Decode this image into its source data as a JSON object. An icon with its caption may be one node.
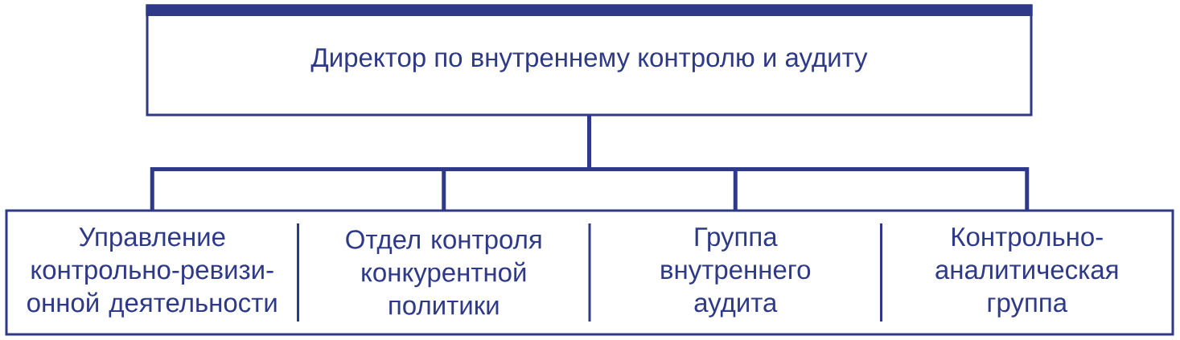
{
  "diagram": {
    "nodes": [
      {
        "text": [
          "Директор по внутреннему контролю и аудиту"
        ]
      },
      {
        "text": [],
        "shape": "box"
      },
      {
        "text": [
          "Управление контрольно-ревизи-онной деятельности"
        ],
        "in": 1
      },
      {
        "text": [
          "Отдел контроля конкурентной политики"
        ],
        "in": 1
      },
      {
        "text": [
          "Группа внутреннего аудита"
        ],
        "in": 1
      },
      {
        "text": [
          "Контрольно-аналитическая группа"
        ],
        "in": 1
      }
    ],
    "edges": [
      {
        "from": 0,
        "to": 2,
        "arrow": "none"
      },
      {
        "from": 0,
        "to": 3,
        "arrow": "none"
      },
      {
        "from": 0,
        "to": 4,
        "arrow": "none"
      },
      {
        "from": 0,
        "to": 5,
        "arrow": "none"
      }
    ]
  }
}
